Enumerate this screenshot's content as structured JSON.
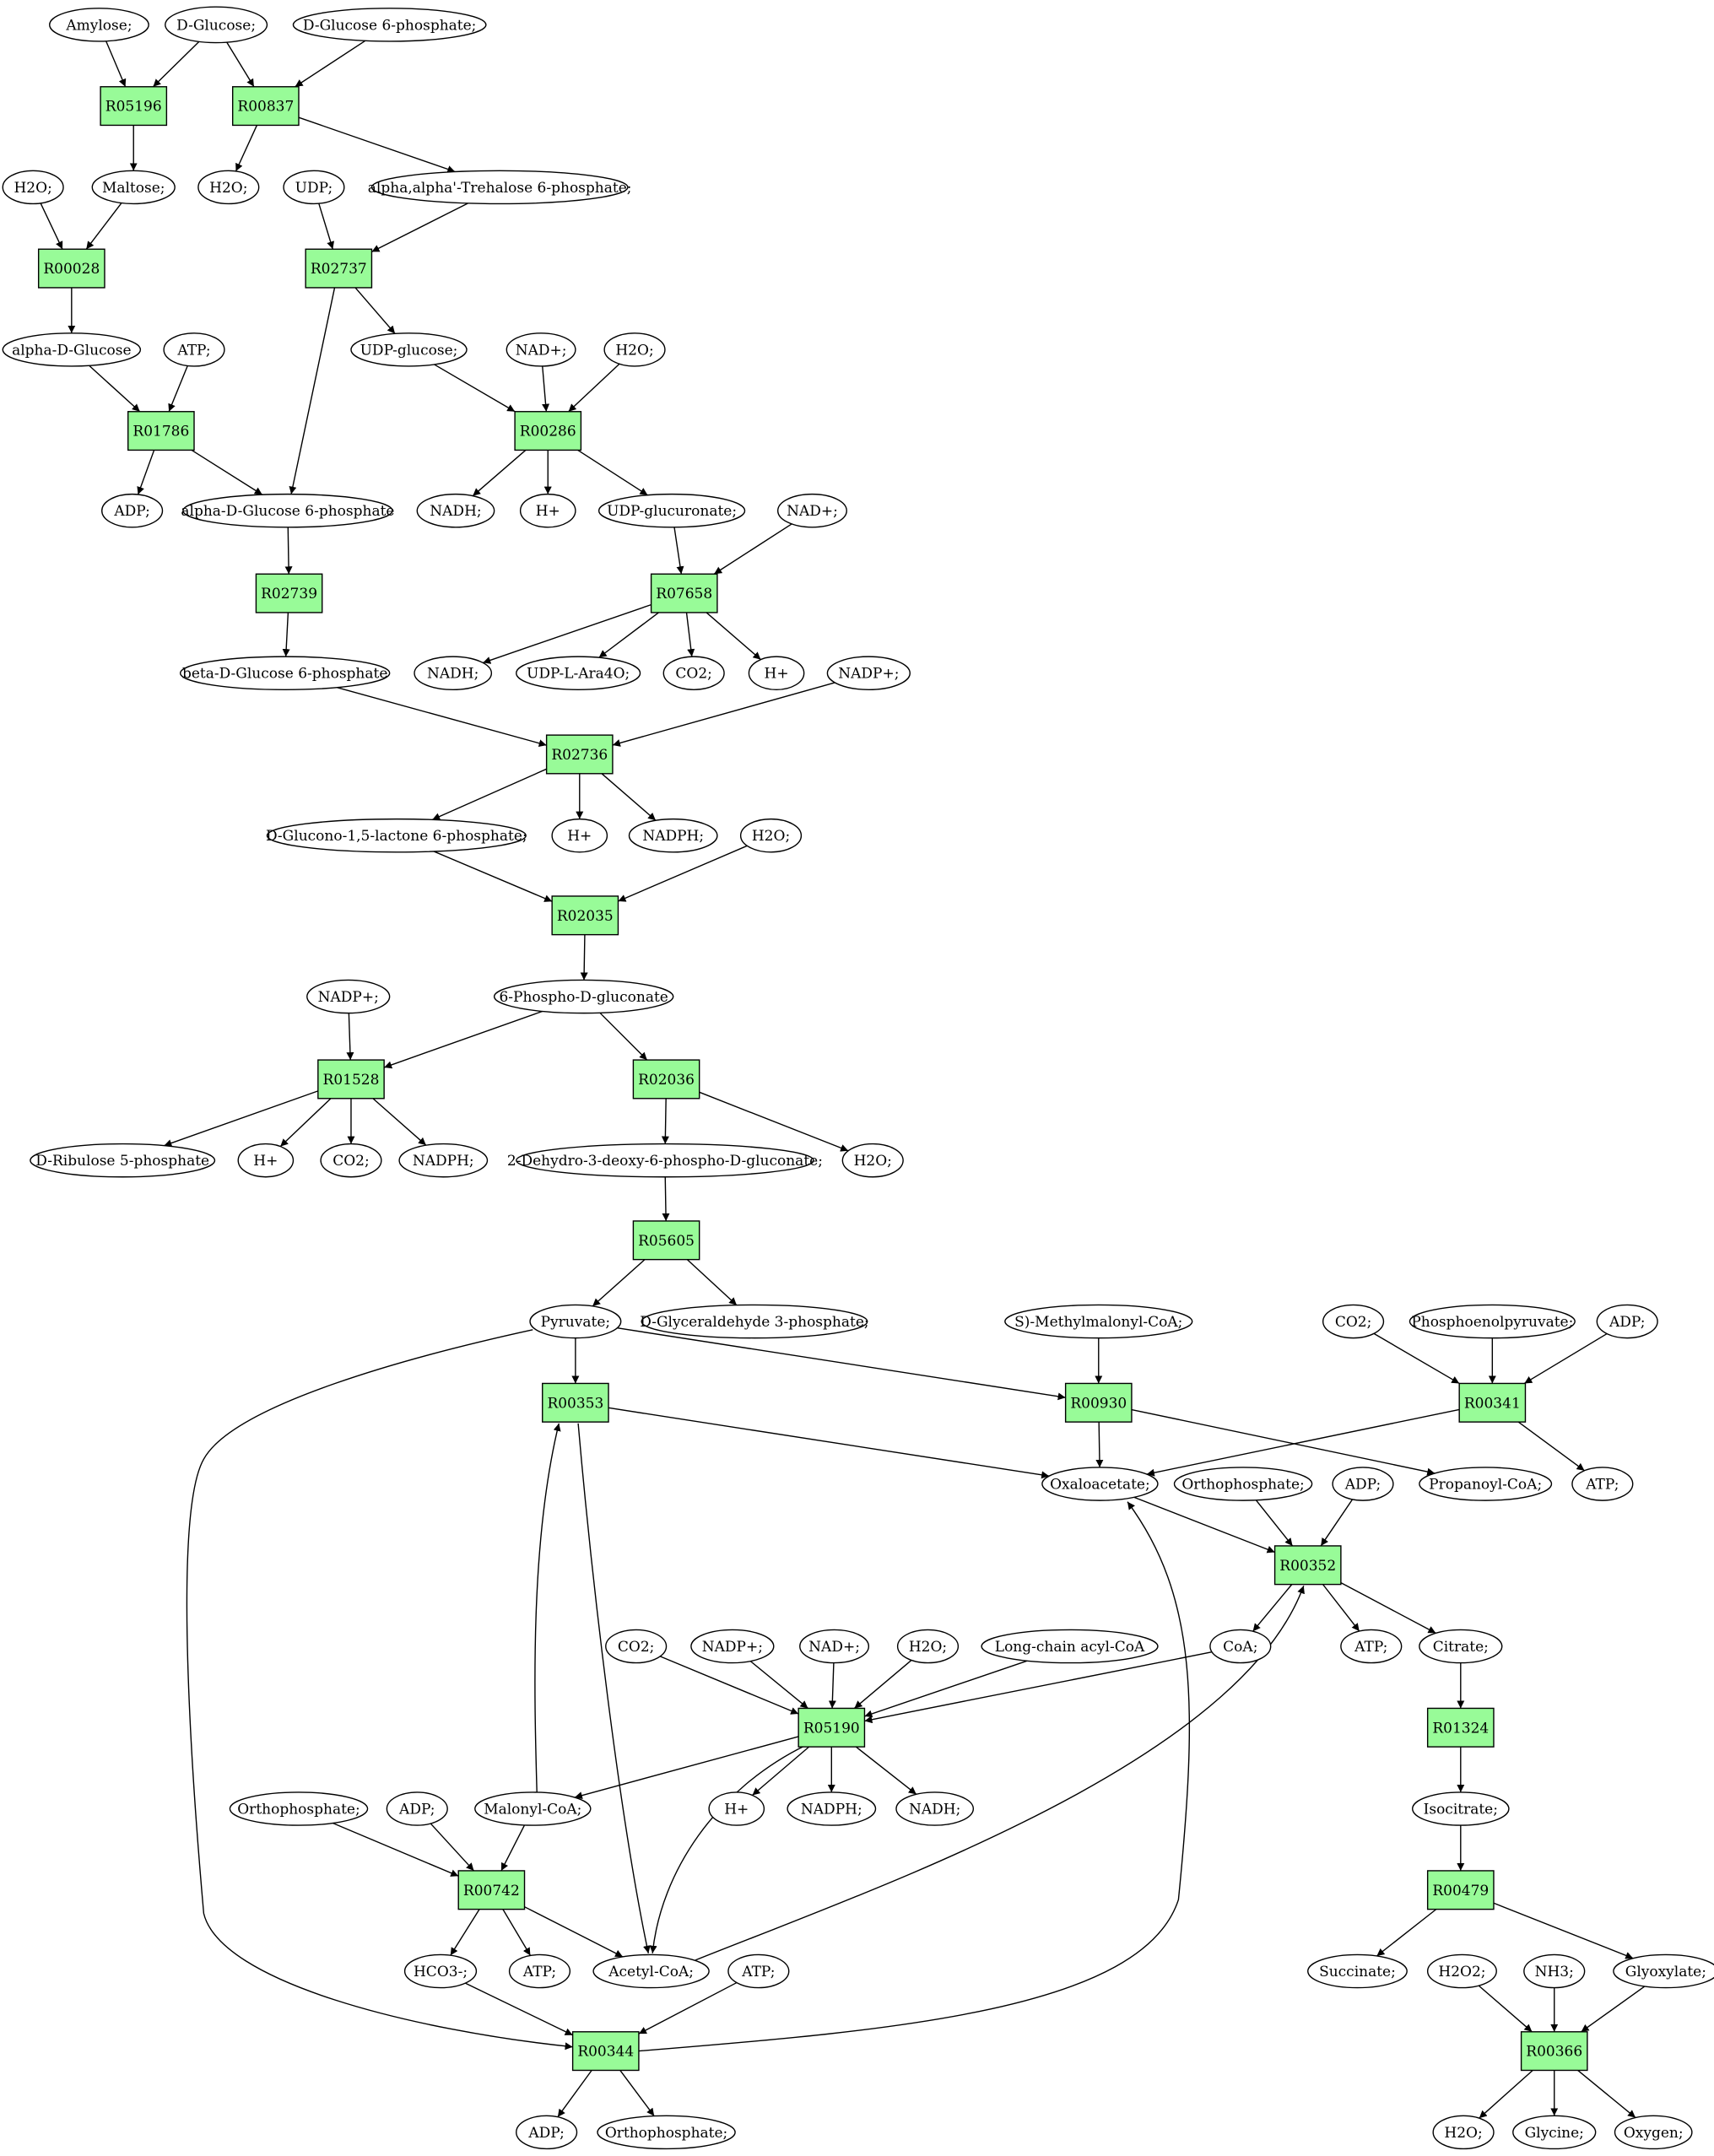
{
  "colors": {
    "reaction_fill": "#98FB98",
    "metabolite_fill": "#FFFFFF",
    "start_metabolite_fill": "#00EE00",
    "target_metabolite_fill": "#FFFF00",
    "edge_color": "#000000"
  },
  "nodes": {
    "amylose": "Amylose;",
    "d_glucose": "D-Glucose;",
    "d_glucose_6p": "D-Glucose 6-phosphate;",
    "r05196": "R05196",
    "r00837": "R00837",
    "h2o_1": "H2O;",
    "maltose": "Maltose;",
    "h2o_2": "H2O;",
    "udp_1": "UDP;",
    "trehalose_6p": "alpha,alpha'-Trehalose 6-phosphate;",
    "r00028": "R00028",
    "r02737": "R02737",
    "alpha_d_glucose": "alpha-D-Glucose",
    "atp_1": "ATP;",
    "udp_glucose": "UDP-glucose;",
    "nad_1": "NAD+;",
    "h2o_3": "H2O;",
    "r01786": "R01786",
    "r00286": "R00286",
    "adp_1": "ADP;",
    "alpha_g6p": "alpha-D-Glucose 6-phosphate",
    "nadh_1": "NADH;",
    "hplus_1": "H+",
    "udp_glucuronate": "UDP-glucuronate;",
    "nad_2": "NAD+;",
    "r02739": "R02739",
    "r07658": "R07658",
    "nadh_2": "NADH;",
    "udp_ara4o": "UDP-L-Ara4O;",
    "co2_1": "CO2;",
    "hplus_2": "H+",
    "beta_g6p": "beta-D-Glucose 6-phosphate",
    "nadp_1": "NADP+;",
    "r02736": "R02736",
    "glucono_lactone": "D-Glucono-1,5-lactone 6-phosphate;",
    "hplus_3": "H+",
    "nadph_1": "NADPH;",
    "h2o_4": "H2O;",
    "r02035": "R02035",
    "phosphogluconate": "6-Phospho-D-gluconate",
    "nadp_2": "NADP+;",
    "r01528": "R01528",
    "r02036": "R02036",
    "ribulose_5p": "D-Ribulose 5-phosphate",
    "hplus_4": "H+",
    "co2_2": "CO2;",
    "nadph_2": "NADPH;",
    "kdpg": "2-Dehydro-3-deoxy-6-phospho-D-gluconate;",
    "h2o_5": "H2O;",
    "r05605": "R05605",
    "pyruvate": "Pyruvate;",
    "gap": "D-Glyceraldehyde 3-phosphate;",
    "methylmalonyl_coa": "S)-Methylmalonyl-CoA;",
    "co2_3": "CO2;",
    "pep": "Phosphoenolpyruvate;",
    "adp_2": "ADP;",
    "r00353": "R00353",
    "r00930": "R00930",
    "r00341": "R00341",
    "oxaloacetate": "Oxaloacetate;",
    "orthophosphate_1": "Orthophosphate;",
    "adp_3": "ADP;",
    "propanoyl_coa": "Propanoyl-CoA;",
    "atp_2": "ATP;",
    "r00352": "R00352",
    "coa": "CoA;",
    "atp_3": "ATP;",
    "citrate": "Citrate;",
    "co2_4": "CO2;",
    "nadp_3": "NADP+;",
    "nad_3": "NAD+;",
    "h2o_6": "H2O;",
    "long_chain_acyl_coa": "Long-chain acyl-CoA",
    "r05190": "R05190",
    "r01324": "R01324",
    "orthophosphate_2": "Orthophosphate;",
    "adp_4": "ADP;",
    "malonyl_coa": "Malonyl-CoA;",
    "hplus_5": "H+",
    "nadph_3": "NADPH;",
    "nadh_3": "NADH;",
    "isocitrate": "Isocitrate;",
    "r00742": "R00742",
    "r00479": "R00479",
    "hco3": "HCO3-;",
    "atp_4": "ATP;",
    "acetyl_coa": "Acetyl-CoA;",
    "atp_5": "ATP;",
    "succinate": "Succinate;",
    "h2o2": "H2O2;",
    "nh3": "NH3;",
    "glyoxylate": "Glyoxylate;",
    "r00344": "R00344",
    "r00366": "R00366",
    "adp_5": "ADP;",
    "orthophosphate_3": "Orthophosphate;",
    "h2o_7": "H2O;",
    "glycine": "Glycine;",
    "oxygen": "Oxygen;"
  }
}
